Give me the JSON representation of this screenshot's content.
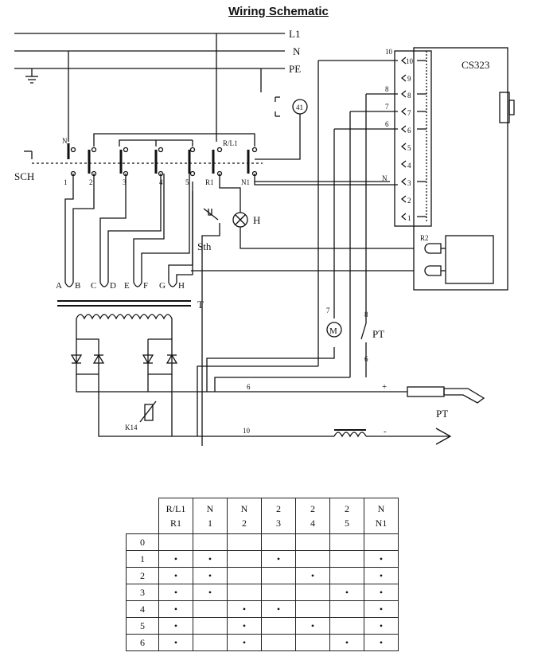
{
  "page": {
    "title": "Wiring Schematic"
  },
  "schematic": {
    "lines": {
      "l1": "L1",
      "n": "N",
      "pe": "PE"
    },
    "switch": {
      "name": "SCH",
      "top_labels": [
        "N",
        "R/L1"
      ],
      "bottom_labels": [
        "1",
        "2",
        "3",
        "4",
        "5",
        "R1",
        "N1"
      ]
    },
    "transformer": {
      "name": "T",
      "taps": [
        "A",
        "B",
        "C",
        "D",
        "E",
        "F",
        "G",
        "H"
      ]
    },
    "controller": {
      "name": "CS323",
      "terminals": [
        "10",
        "9",
        "8",
        "7",
        "6",
        "5",
        "4",
        "3",
        "2",
        "1"
      ],
      "external_numbers": [
        "10",
        "8",
        "7",
        "6"
      ],
      "relay": "R2"
    },
    "components": {
      "lamp": "H",
      "thermostat": "Sth",
      "fan_number": "41",
      "motor_symbol": "M",
      "torch_switch": "PT",
      "torch": "PT",
      "resistor": "K14",
      "wire_7": "7",
      "wire_8": "8",
      "wire_6a": "6",
      "wire_6b": "6",
      "wire_10": "10",
      "n_label": "N",
      "plus": "+",
      "minus": "-"
    }
  },
  "switch_table": {
    "columns": [
      {
        "top": "R/L1",
        "bottom": "R1"
      },
      {
        "top": "N",
        "bottom": "1"
      },
      {
        "top": "N",
        "bottom": "2"
      },
      {
        "top": "2",
        "bottom": "3"
      },
      {
        "top": "2",
        "bottom": "4"
      },
      {
        "top": "2",
        "bottom": "5"
      },
      {
        "top": "N",
        "bottom": "N1"
      }
    ],
    "rows": [
      {
        "label": "0",
        "cells": [
          "",
          "",
          "",
          "",
          "",
          "",
          ""
        ]
      },
      {
        "label": "1",
        "cells": [
          "•",
          "•",
          "",
          "•",
          "",
          "",
          "•"
        ]
      },
      {
        "label": "2",
        "cells": [
          "•",
          "•",
          "",
          "",
          "•",
          "",
          "•"
        ]
      },
      {
        "label": "3",
        "cells": [
          "•",
          "•",
          "",
          "",
          "",
          "•",
          "•"
        ]
      },
      {
        "label": "4",
        "cells": [
          "•",
          "",
          "•",
          "•",
          "",
          "",
          "•"
        ]
      },
      {
        "label": "5",
        "cells": [
          "•",
          "",
          "•",
          "",
          "•",
          "",
          "•"
        ]
      },
      {
        "label": "6",
        "cells": [
          "•",
          "",
          "•",
          "",
          "",
          "•",
          "•"
        ]
      }
    ]
  }
}
